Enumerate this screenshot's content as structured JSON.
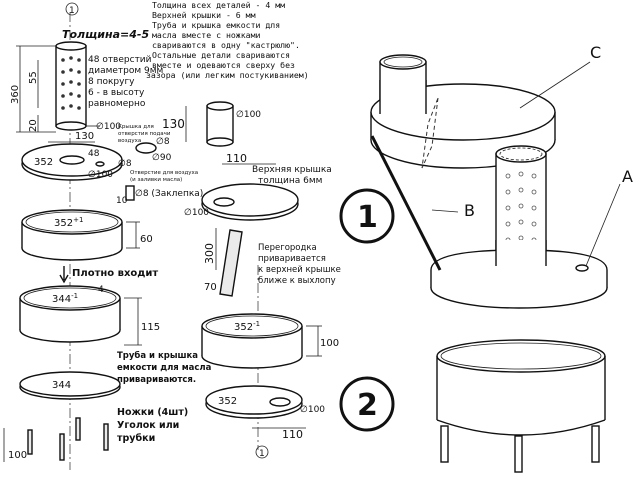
{
  "header_note": [
    "Толщина всех деталей - 4 мм",
    "Верхней крышки - 6 мм",
    "Труба и крышка емкости для",
    "масла вместе с ножками",
    "свариваются в одну \"кастрюлю\".",
    "Остальные детали свариваются",
    "вместе и одеваются сверху без",
    "зазора (или легким постукиванием)"
  ],
  "pipe": {
    "thickness": "Толщина=4-5",
    "holes_note": [
      "48 отверстий",
      "диаметром 9мм",
      "8 покругу",
      "6 - в высоту",
      "равномерно"
    ],
    "dim_360": "360",
    "dim_55": "55",
    "dim_20": "20",
    "dia_100": "∅100",
    "dim_130": "130"
  },
  "lid_hole": {
    "note": [
      "Крышка для",
      "отверстия подачи",
      "воздуха"
    ],
    "dia_8": "∅8",
    "dia_90": "∅90"
  },
  "bottom_plate": {
    "dia_352": "352",
    "dia_48": "48",
    "dia_100": "∅100",
    "dia_8": "∅8",
    "air_hole_note": [
      "Отверстие для воздуха",
      "(и заливки масла)"
    ],
    "rivet_note": "∅8 (Заклепка)",
    "dim_10": "10"
  },
  "ring1": {
    "dia": "352",
    "sup": "+1",
    "height": "60"
  },
  "fits_tight": "Плотно входит",
  "ring2": {
    "dia": "344",
    "sup": "-1",
    "thick": "4",
    "height": "115"
  },
  "weld_note": [
    "Труба и крышка",
    "емкости для масла",
    "привариваются."
  ],
  "oil_bottom": {
    "dia": "344"
  },
  "legs": {
    "note": [
      "Ножки  (4шт)",
      "Уголок или",
      "трубки"
    ],
    "dim_100": "100"
  },
  "short_pipe": {
    "dim_130": "130",
    "dia_100": "∅100"
  },
  "top_lid": {
    "dim_110": "110",
    "note": [
      "Верхняя крышка",
      "толщина 6мм"
    ],
    "dia_100": "∅100"
  },
  "partition": {
    "dim_300": "300",
    "dim_70": "70",
    "note": [
      "Перегородка",
      "приваривается",
      "к верхней крышке",
      "ближе к выхлопу"
    ]
  },
  "ring3": {
    "dia": "352",
    "sup": "-1",
    "height": "100"
  },
  "plate3": {
    "dia_352": "352",
    "dia_100": "∅100",
    "dim_110": "110"
  },
  "axis_marks": {
    "top": "1",
    "bottom": "1"
  },
  "assembly": {
    "label_c": "C",
    "label_b": "B",
    "label_a": "A",
    "num_1": "1",
    "num_2": "2"
  }
}
